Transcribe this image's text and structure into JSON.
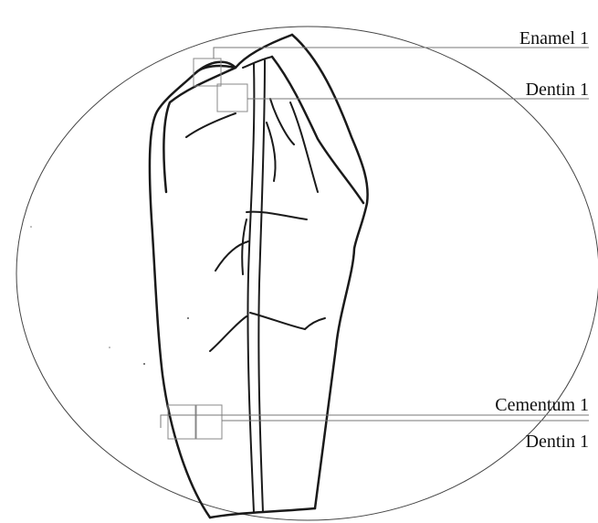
{
  "labels": {
    "enamel_top": "Enamel 1",
    "dentin_top": "Dentin 1",
    "cementum_bottom": "Cementum 1",
    "dentin_bottom": "Dentin 1"
  },
  "colors": {
    "ink": "#1a1a1a",
    "leader": "#777777",
    "circle": "#444444"
  }
}
